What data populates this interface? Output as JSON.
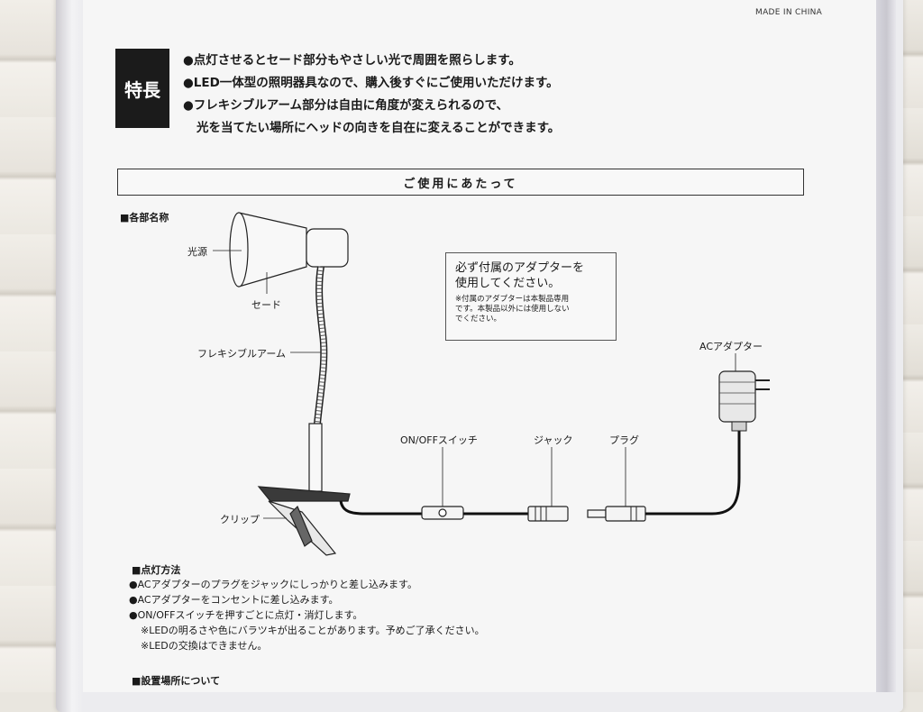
{
  "package": {
    "made_in": "MADE IN CHINA"
  },
  "features": {
    "badge": "特長",
    "lines": [
      "●点灯させるとセード部分もやさしい光で周囲を照らします。",
      "●LED一体型の照明器具なので、購入後すぐにご使用いただけます。",
      "●フレキシブルアーム部分は自由に角度が変えられるので、",
      "光を当てたい場所にヘッドの向きを自在に変えることができます。"
    ]
  },
  "usage": {
    "title": "ご使用にあたって",
    "parts_heading": "■各部名称",
    "parts": {
      "light_source": "光源",
      "shade": "セード",
      "flexible_arm": "フレキシブルアーム",
      "clip": "クリップ",
      "switch": "ON/OFFスイッチ",
      "jack": "ジャック",
      "plug": "プラグ",
      "ac_adapter": "ACアダプター"
    },
    "notice": {
      "main_line1": "必ず付属のアダプターを",
      "main_line2": "使用してください。",
      "sub_line1": "※付属のアダプターは本製品専用",
      "sub_line2": "です。本製品以外には使用しない",
      "sub_line3": "でください。"
    }
  },
  "lighting": {
    "heading": "■点灯方法",
    "steps": [
      "●ACアダプターのプラグをジャックにしっかりと差し込みます。",
      "●ACアダプターをコンセントに差し込みます。",
      "●ON/OFFスイッチを押すごとに点灯・消灯します。"
    ],
    "notes": [
      "※LEDの明るさや色にバラツキが出ることがあります。予めご了承ください。",
      "※LEDの交換はできません。"
    ]
  },
  "placement": {
    "heading": "■設置場所について"
  }
}
